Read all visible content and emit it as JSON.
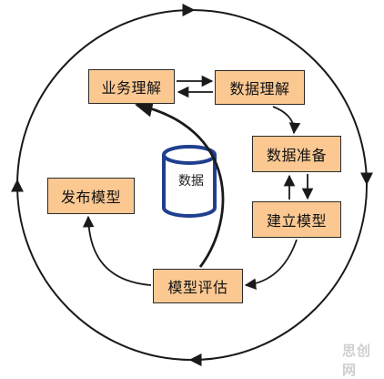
{
  "nodes": {
    "business_understanding": "业务理解",
    "data_understanding": "数据理解",
    "data_preparation": "数据准备",
    "modeling": "建立模型",
    "evaluation": "模型评估",
    "deployment": "发布模型",
    "database": "数据"
  },
  "colors": {
    "box_fill": "#fbc892",
    "line": "#1a1a1a",
    "db_stroke": "#1f3f8f"
  },
  "watermark": "思创网"
}
